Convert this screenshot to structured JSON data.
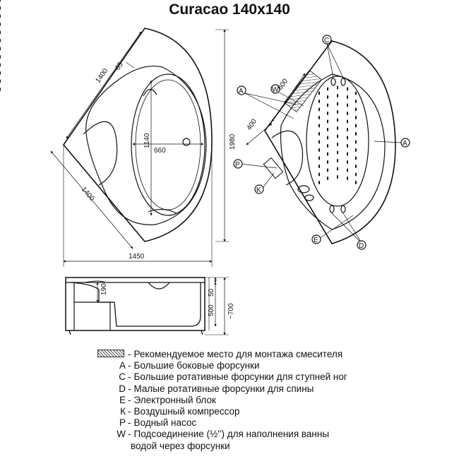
{
  "title": "Curacao 140x140",
  "top_view": {
    "dims": {
      "side_a": "1400",
      "side_b": "1400",
      "rim": "65",
      "depth": "1140",
      "width": "660",
      "height": "1980",
      "total_width": "1450"
    }
  },
  "nozzle_view": {
    "dims": {
      "w_len": "600",
      "depth": "400"
    },
    "callouts": {
      "c": "C",
      "a_left": "A",
      "a_right": "A",
      "w": "W",
      "p": "P",
      "k": "K",
      "e": "E",
      "d": "D"
    }
  },
  "side_view": {
    "dims": {
      "step": "190",
      "rim": "50",
      "depth": "500",
      "height": "~700"
    }
  },
  "legend": {
    "faucet_desc": "Рекомендуемое место для монтажа смесителя",
    "items": [
      {
        "key": "A",
        "desc": "Большие боковые форсунки"
      },
      {
        "key": "C",
        "desc": "Большие ротативные форсунки для ступней ног"
      },
      {
        "key": "D",
        "desc": "Малые ротативные форсунки для спины"
      },
      {
        "key": "E",
        "desc": "Электронный блок"
      },
      {
        "key": "К",
        "desc": "Воздушный компрессор"
      },
      {
        "key": "P",
        "desc": "Водный насос"
      }
    ],
    "w_item": {
      "key": "W",
      "sep": "-",
      "desc": "Подсоединение (½'') для наполнения ванны",
      "desc2": "водой через форсунки"
    }
  }
}
